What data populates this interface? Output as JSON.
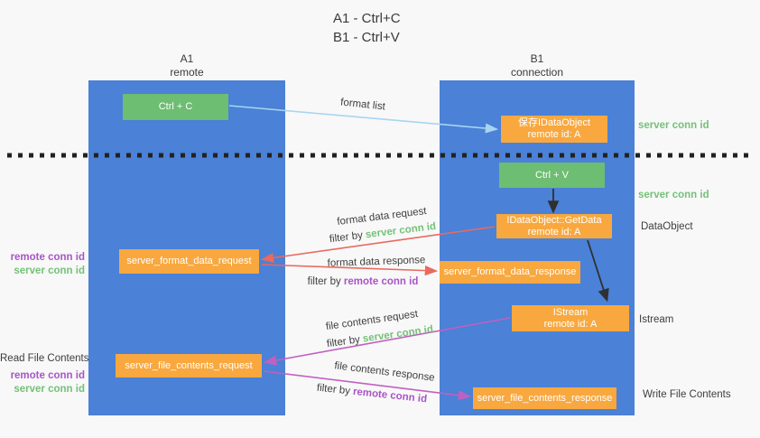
{
  "title": {
    "line1": "A1 - Ctrl+C",
    "line2": "B1 - Ctrl+V"
  },
  "columns": {
    "left": {
      "name": "A1",
      "role": "remote"
    },
    "right": {
      "name": "B1",
      "role": "connection"
    }
  },
  "nodes": {
    "ctrl_c": {
      "label": "Ctrl + C"
    },
    "ctrl_v": {
      "label": "Ctrl + V"
    },
    "save_dataobject": {
      "line1": "保存IDataObject",
      "line2": "remote id: A"
    },
    "getdata": {
      "line1": "IDataObject::GetData",
      "line2": "remote id: A"
    },
    "istream": {
      "line1": "IStream",
      "line2": "remote id: A"
    },
    "format_request": {
      "label": "server_format_data_request"
    },
    "format_response": {
      "label": "server_format_data_response"
    },
    "file_request": {
      "label": "server_file_contents_request"
    },
    "file_response": {
      "label": "server_file_contents_response"
    }
  },
  "arrows": {
    "format_list": {
      "label": "format list"
    },
    "format_data_request": {
      "label": "format data request",
      "filter_prefix": "filter by ",
      "filter_key": "server conn id"
    },
    "format_data_response": {
      "label": "format data response",
      "filter_prefix": "filter by ",
      "filter_key": "remote conn id"
    },
    "file_contents_request": {
      "label": "file contents request",
      "filter_prefix": "filter by ",
      "filter_key": "server conn id"
    },
    "file_contents_response": {
      "label": "file contents response",
      "filter_prefix": "filter by ",
      "filter_key": "remote conn id"
    }
  },
  "side_labels": {
    "right_server_conn_id_top": "server conn id",
    "right_server_conn_id_mid": "server conn id",
    "right_dataobject": "DataObject",
    "right_istream": "Istream",
    "right_write_file_contents": "Write File Contents",
    "left_remote_conn_id_top": "remote conn id",
    "left_server_conn_id_top": "server conn id",
    "left_read_file_contents": "Read File Contents",
    "left_remote_conn_id_bottom": "remote conn id",
    "left_server_conn_id_bottom": "server conn id"
  },
  "colors": {
    "column_blue": "#4b81d6",
    "box_green": "#6dbd72",
    "box_orange": "#f8a83f",
    "arrow_light_blue": "#a6d5f2",
    "arrow_red": "#e96a5e",
    "arrow_magenta": "#c060c0",
    "arrow_black": "#303030",
    "label_green": "#74c178",
    "label_purple": "#a855c7",
    "text_dark": "#3d3d3d",
    "background": "#f8f8f8"
  }
}
